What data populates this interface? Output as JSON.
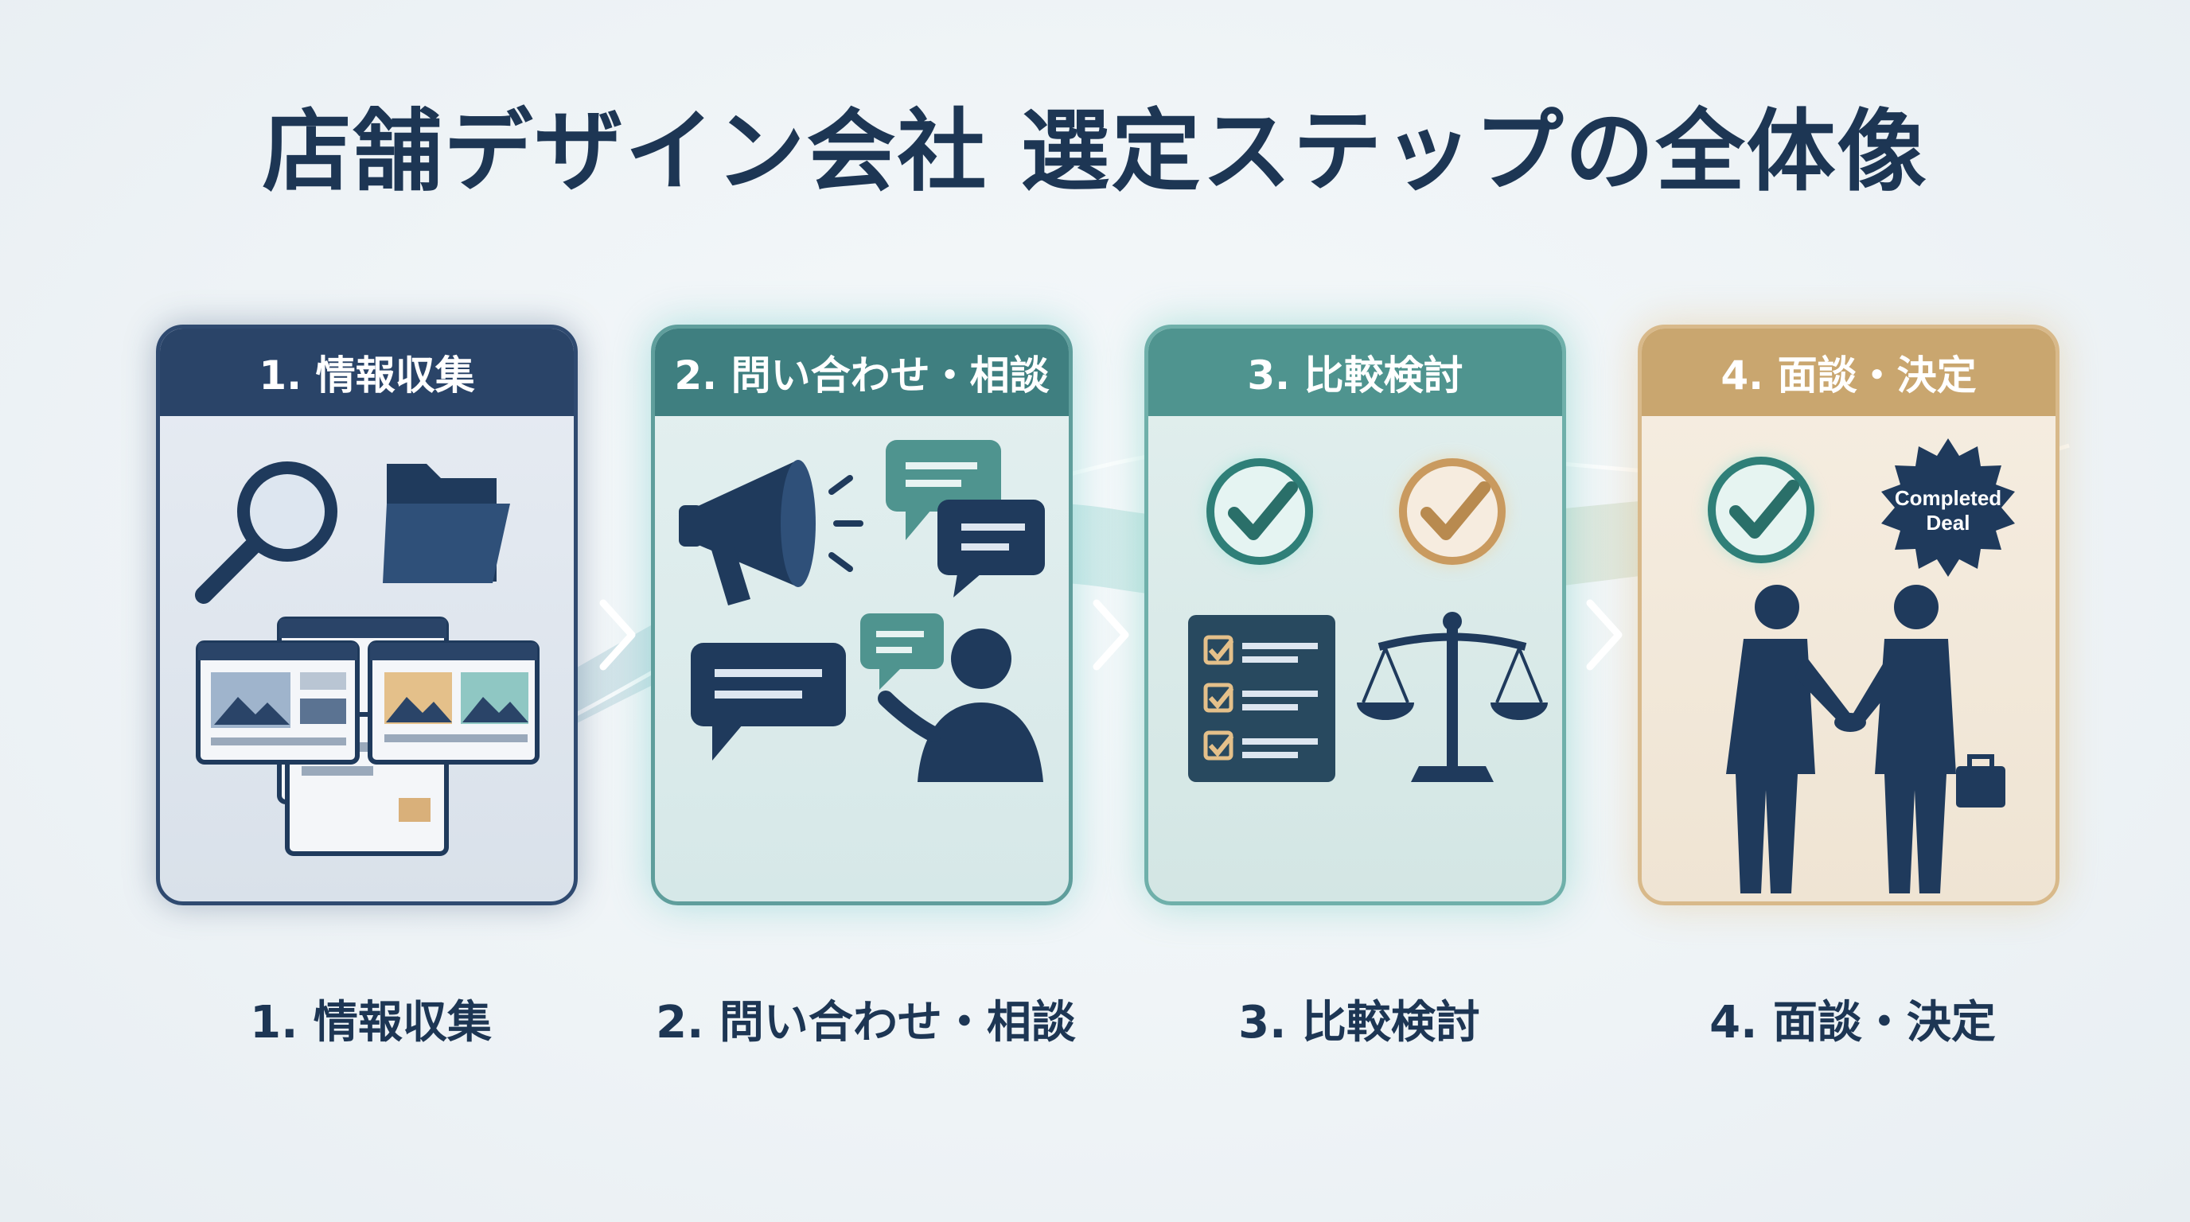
{
  "title": "店舗デザイン会社 選定ステップの全体像",
  "steps": [
    {
      "header": "1. 情報収集",
      "label": "1. 情報収集"
    },
    {
      "header": "2. 問い合わせ・相談",
      "label": "2. 問い合わせ・相談"
    },
    {
      "header": "3. 比較検討",
      "label": "3. 比較検討"
    },
    {
      "header": "4. 面談・決定",
      "label": "4. 面談・決定"
    }
  ],
  "badge": {
    "line1": "Completed",
    "line2": "Deal"
  },
  "colors": {
    "navy": "#1d3654",
    "step1": "#2a4468",
    "step2": "#3f7f80",
    "step3": "#4f948f",
    "step4": "#c9a66f",
    "check_teal": "#6fd9c8",
    "check_gold": "#e7bf7f"
  }
}
